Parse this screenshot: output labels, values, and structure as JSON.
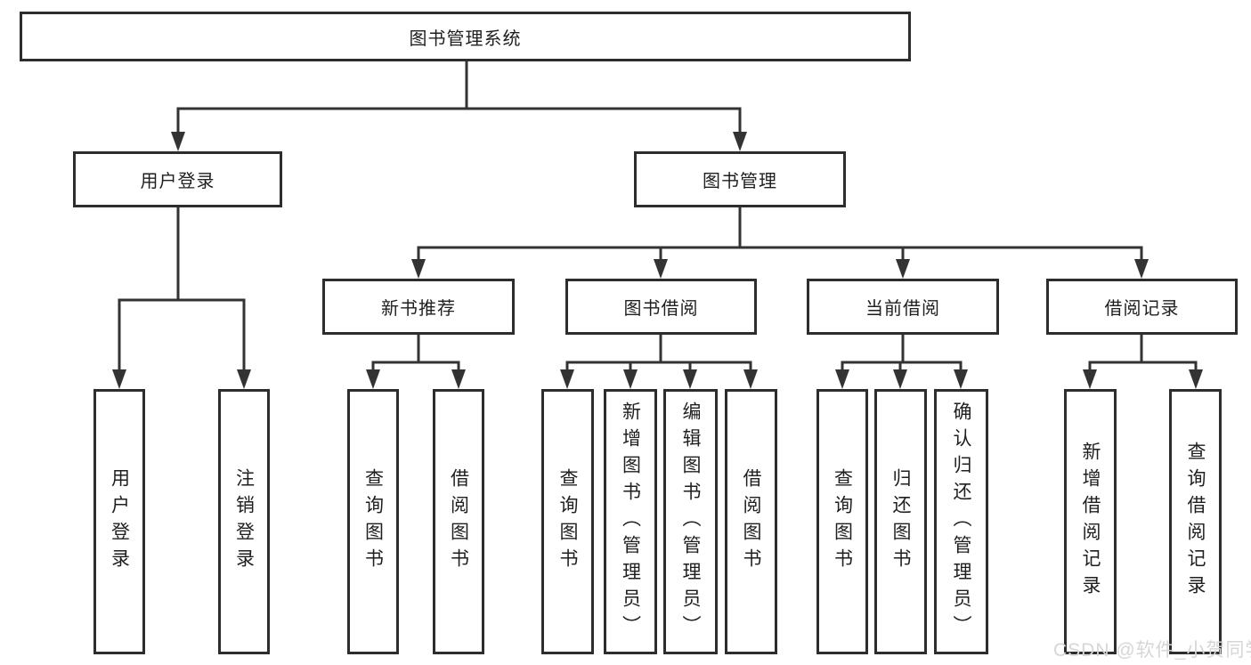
{
  "diagram": {
    "type": "hierarchy-tree",
    "colors": {
      "line": "#333333",
      "box_border": "#2d2d2d",
      "box_fill": "#ffffff",
      "text": "#1f1f1f",
      "watermark": "#d6d6d6"
    },
    "tree": {
      "root": {
        "label": "图书管理系统"
      },
      "branches": [
        {
          "label": "用户登录",
          "children": [
            {
              "label": "用户登录"
            },
            {
              "label": "注销登录"
            }
          ]
        },
        {
          "label": "图书管理",
          "children": [
            {
              "label": "新书推荐",
              "children": [
                {
                  "label": "查询图书"
                },
                {
                  "label": "借阅图书"
                }
              ]
            },
            {
              "label": "图书借阅",
              "children": [
                {
                  "label": "查询图书"
                },
                {
                  "label": "新增图书（管理员）"
                },
                {
                  "label": "编辑图书（管理员）"
                },
                {
                  "label": "借阅图书"
                }
              ]
            },
            {
              "label": "当前借阅",
              "children": [
                {
                  "label": "查询图书"
                },
                {
                  "label": "归还图书"
                },
                {
                  "label": "确认归还（管理员）"
                }
              ]
            },
            {
              "label": "借阅记录",
              "children": [
                {
                  "label": "新增借阅记录"
                },
                {
                  "label": "查询借阅记录"
                }
              ]
            }
          ]
        }
      ]
    },
    "watermark": {
      "text": "CSDN @软件_小贺同学"
    }
  }
}
